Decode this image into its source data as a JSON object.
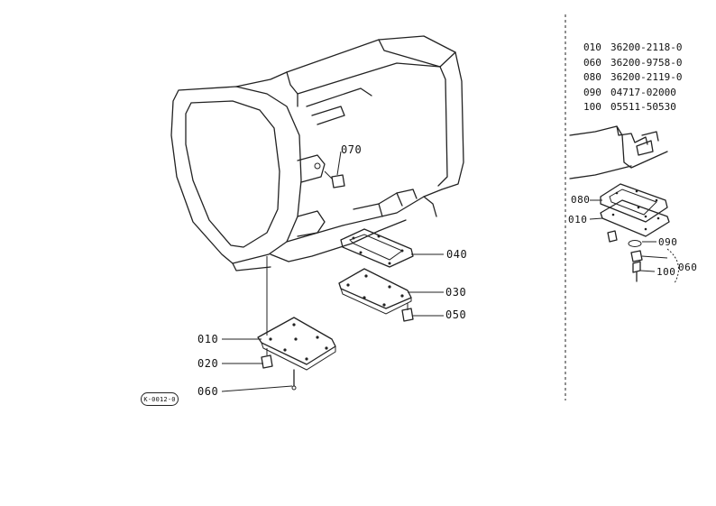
{
  "callouts": {
    "c070": "070",
    "c040": "040",
    "c030": "030",
    "c050": "050",
    "c010": "010",
    "c020": "020",
    "c060": "060",
    "d080": "080",
    "d010": "010",
    "d090": "090",
    "d100": "100",
    "d060": "060"
  },
  "figure_id": "K-0012-0",
  "parts_list": [
    {
      "no": "010",
      "code": "36200-2118-0"
    },
    {
      "no": "060",
      "code": "36200-9758-0"
    },
    {
      "no": "080",
      "code": "36200-2119-0"
    },
    {
      "no": "090",
      "code": "04717-02000"
    },
    {
      "no": "100",
      "code": "05511-50530"
    }
  ]
}
